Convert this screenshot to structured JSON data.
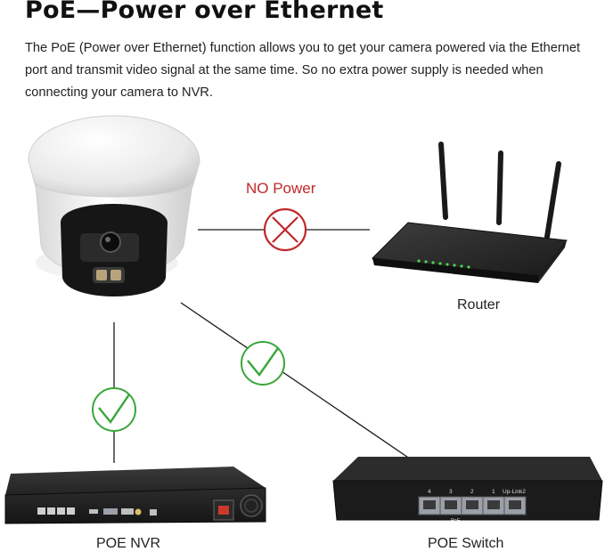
{
  "title": "PoE—Power over Ethernet",
  "description": "The PoE (Power over Ethernet) function allows you to get your camera powered via the Ethernet port and transmit video signal at the same time. So no extra power supply is needed when connecting your camera to NVR.",
  "connections": {
    "no_power_label": "NO Power"
  },
  "devices": {
    "router": {
      "label": "Router"
    },
    "poe_nvr": {
      "label": "POE NVR"
    },
    "poe_switch": {
      "label": "POE Switch",
      "ports": [
        "4",
        "3",
        "2",
        "1",
        "Up-Link2"
      ],
      "poe_tag": "PoE"
    }
  },
  "colors": {
    "no_power": "#c0282c",
    "check": "#3aa63a",
    "device_dark": "#1c1c1c"
  }
}
